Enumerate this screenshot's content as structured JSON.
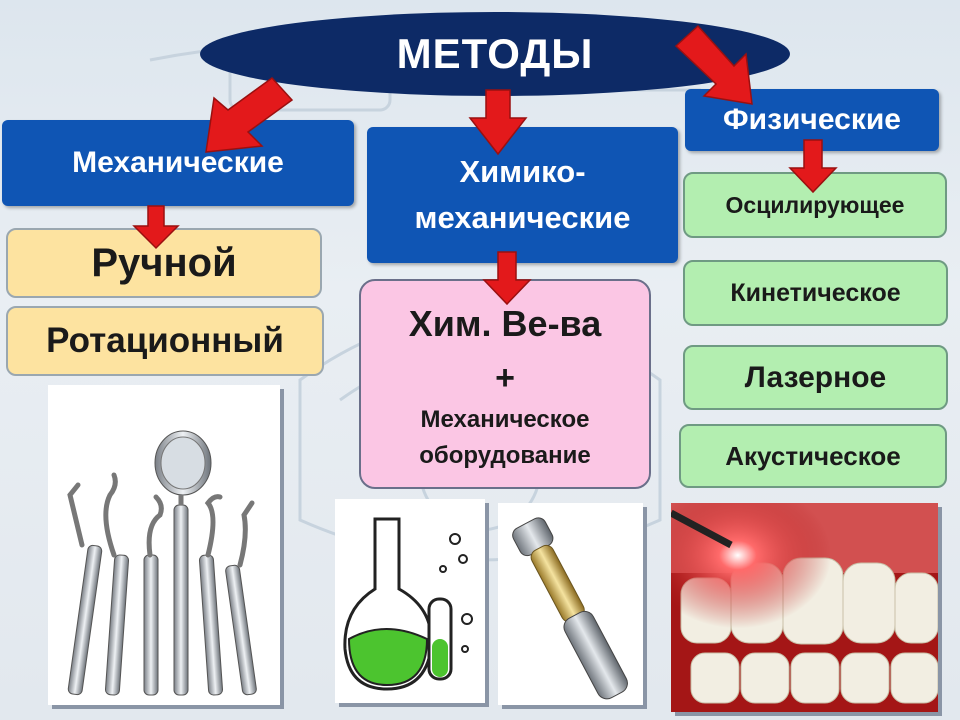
{
  "title": "МЕТОДЫ",
  "categories": {
    "mechanical": "Механические",
    "chemmech_line1": "Химико-",
    "chemmech_line2": "механические",
    "physical": "Физические"
  },
  "mechanical_items": [
    "Ручной",
    "Ротационный"
  ],
  "chemmech_box": {
    "line1": "Хим. Ве-ва",
    "plus": "+",
    "line3": "Механическое",
    "line4": "оборудование"
  },
  "physical_items": [
    "Осцилирующее",
    "Кинетическое",
    "Лазерное",
    "Акустическое"
  ],
  "colors": {
    "title_oval": "#0d2a66",
    "category_box": "#0f55b4",
    "arrow": "#e3191b",
    "yellow": "#fde3a0",
    "green": "#b3eeb0",
    "pink": "#fbc6e4"
  },
  "images": [
    "dental-instruments-image",
    "flask-image",
    "handpiece-image",
    "laser-teeth-image"
  ]
}
